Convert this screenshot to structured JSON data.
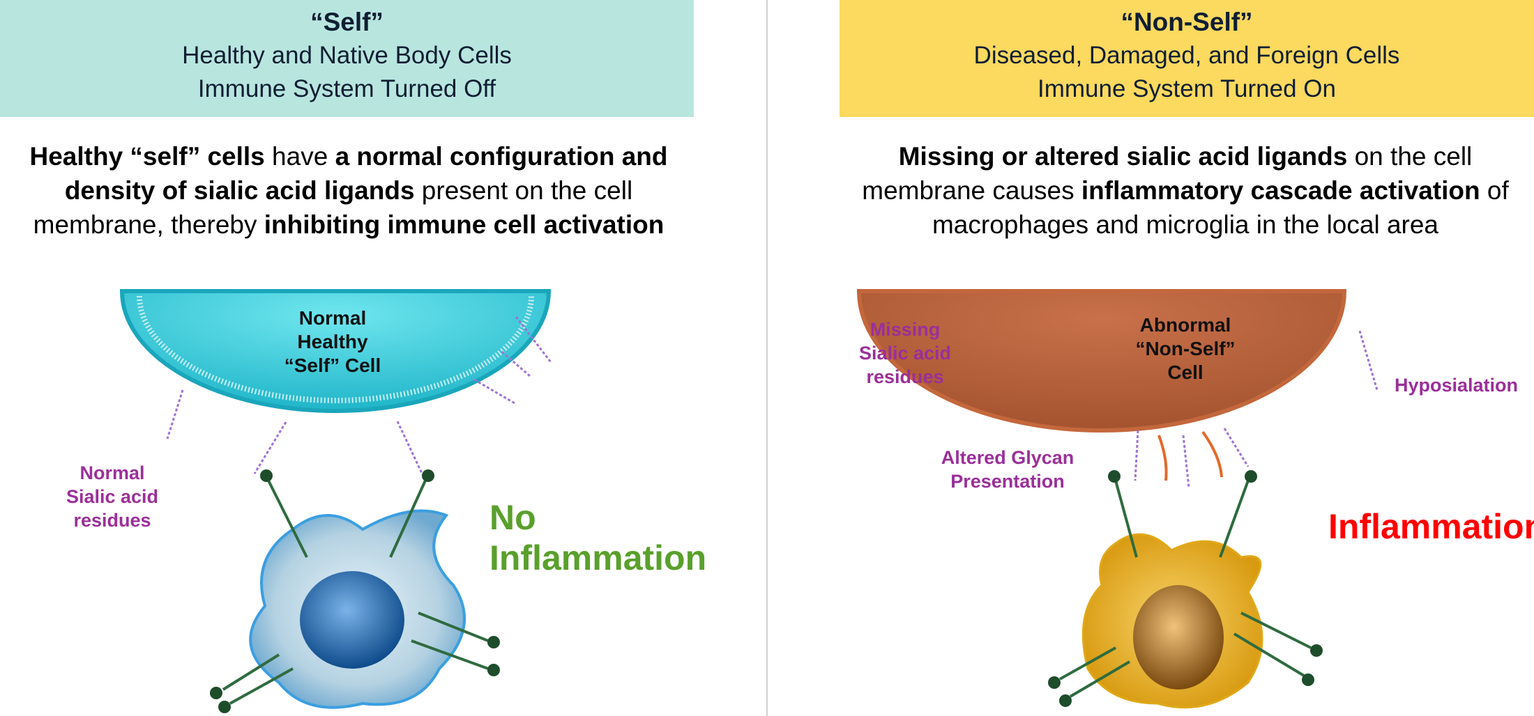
{
  "left": {
    "header": {
      "title": "“Self”",
      "line1": "Healthy and Native Body Cells",
      "line2": "Immune System Turned Off",
      "color": "#b8e6df"
    },
    "description": [
      {
        "text": "Healthy “self” cells",
        "bold": true
      },
      {
        "text": " have ",
        "bold": false
      },
      {
        "text": "a normal configuration and density of sialic acid ligands",
        "bold": true
      },
      {
        "text": " present on the cell membrane, thereby ",
        "bold": false
      },
      {
        "text": "inhibiting immune cell activation",
        "bold": true
      }
    ],
    "cell_label": [
      "Normal",
      "Healthy",
      "“Self” Cell"
    ],
    "residue_label": [
      "Normal",
      "Sialic acid",
      "residues"
    ],
    "outcome": [
      "No",
      "Inflammation"
    ],
    "outcome_color": "#5aa02c"
  },
  "right": {
    "header": {
      "title": "“Non-Self”",
      "line1": "Diseased, Damaged, and Foreign Cells",
      "line2": "Immune System Turned On",
      "color": "#fcd95f"
    },
    "description": [
      {
        "text": "Missing or altered sialic acid ligands",
        "bold": true
      },
      {
        "text": " on the cell membrane causes ",
        "bold": false
      },
      {
        "text": "inflammatory cascade activation",
        "bold": true
      },
      {
        "text": " of macrophages and microglia in the local area",
        "bold": false
      }
    ],
    "cell_label": [
      "Abnormal",
      "“Non-Self”",
      "Cell"
    ],
    "missing_label": [
      "Missing",
      "Sialic acid",
      "residues"
    ],
    "hyposialation_label": "Hyposialation",
    "glycan_label": [
      "Altered Glycan",
      "Presentation"
    ],
    "outcome": "Inflammation",
    "outcome_color": "#ff0000"
  }
}
